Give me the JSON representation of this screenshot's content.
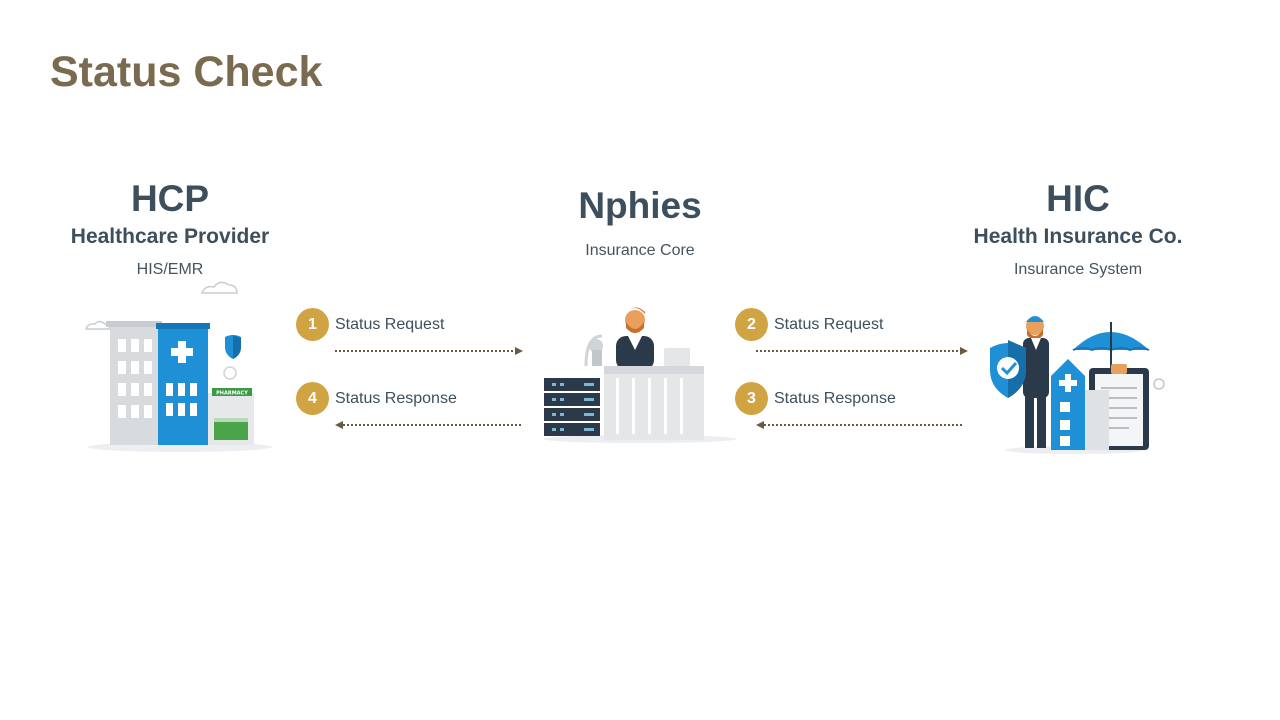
{
  "title": "Status Check",
  "hcp": {
    "acronym": "HCP",
    "name": "Healthcare Provider",
    "system": "HIS/EMR",
    "pharmacy_sign": "PHARMACY"
  },
  "nphies": {
    "name": "Nphies",
    "system": "Insurance Core"
  },
  "hic": {
    "acronym": "HIC",
    "name": "Health Insurance Co.",
    "system": "Insurance System"
  },
  "steps": [
    {
      "number": "1",
      "label": "Status Request"
    },
    {
      "number": "2",
      "label": "Status Request"
    },
    {
      "number": "3",
      "label": "Status Response"
    },
    {
      "number": "4",
      "label": "Status Response"
    }
  ],
  "colors": {
    "title": "#7a6a4f",
    "text": "#3d4f5c",
    "badge": "#d1a443",
    "accent_blue": "#1f8fd6",
    "arrow": "#6b5a43"
  }
}
